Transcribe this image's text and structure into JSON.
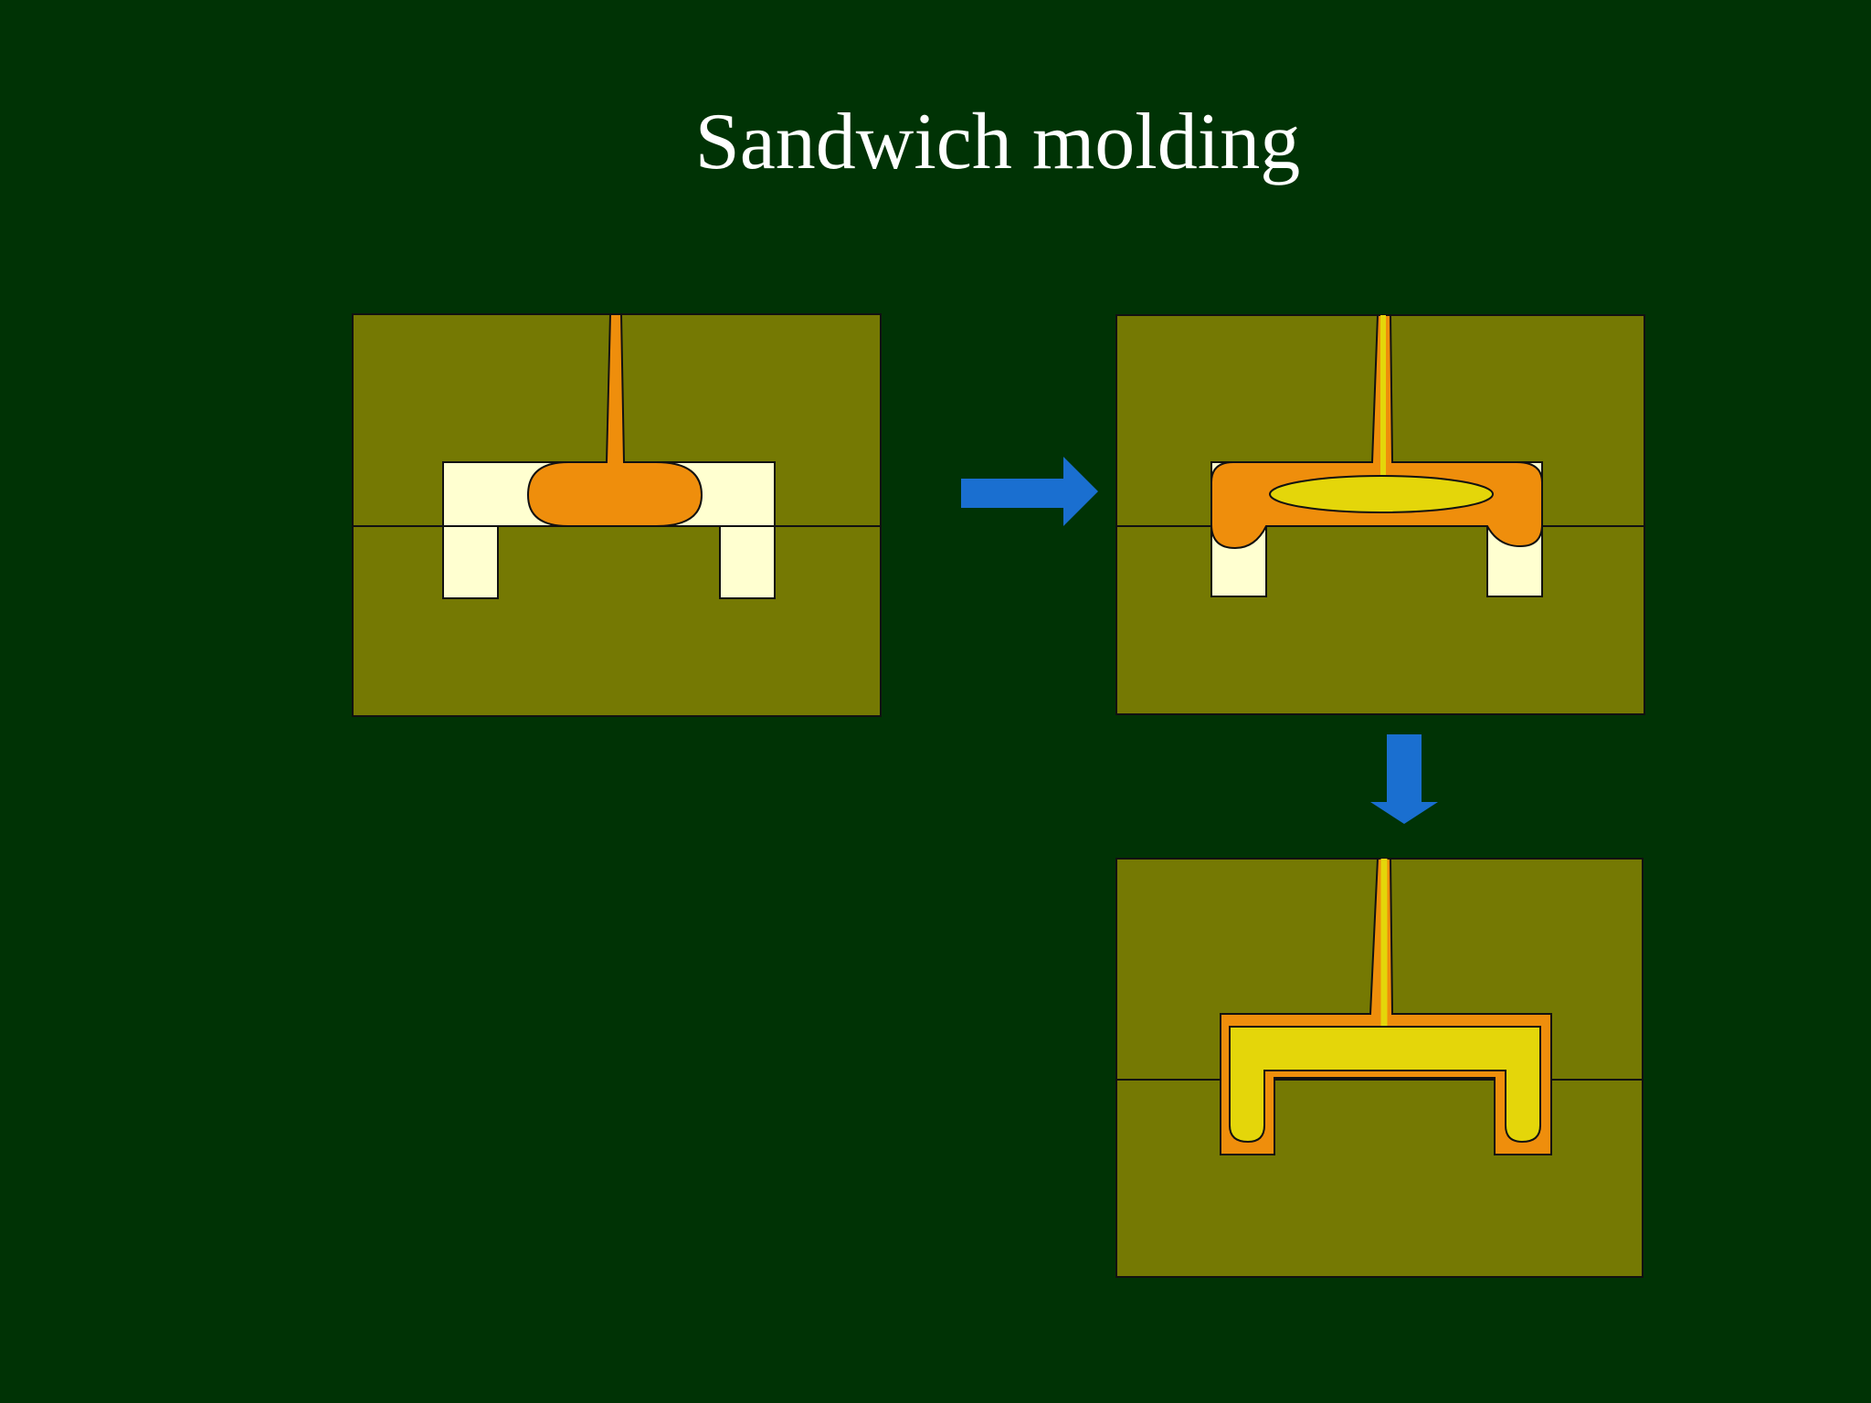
{
  "title": "Sandwich molding",
  "colors": {
    "background": "#003305",
    "mold": "#757903",
    "cavity_empty": "#ffffd0",
    "skin_material": "#ef8e0c",
    "core_material": "#e4d60a",
    "arrow": "#1a6fd0",
    "outline": "#111111"
  },
  "stages": [
    {
      "id": "stage-1",
      "name": "skin-injection"
    },
    {
      "id": "stage-2",
      "name": "core-injection"
    },
    {
      "id": "stage-3",
      "name": "filled-part"
    }
  ],
  "arrows": [
    {
      "from": "stage-1",
      "to": "stage-2",
      "direction": "right"
    },
    {
      "from": "stage-2",
      "to": "stage-3",
      "direction": "down"
    }
  ]
}
